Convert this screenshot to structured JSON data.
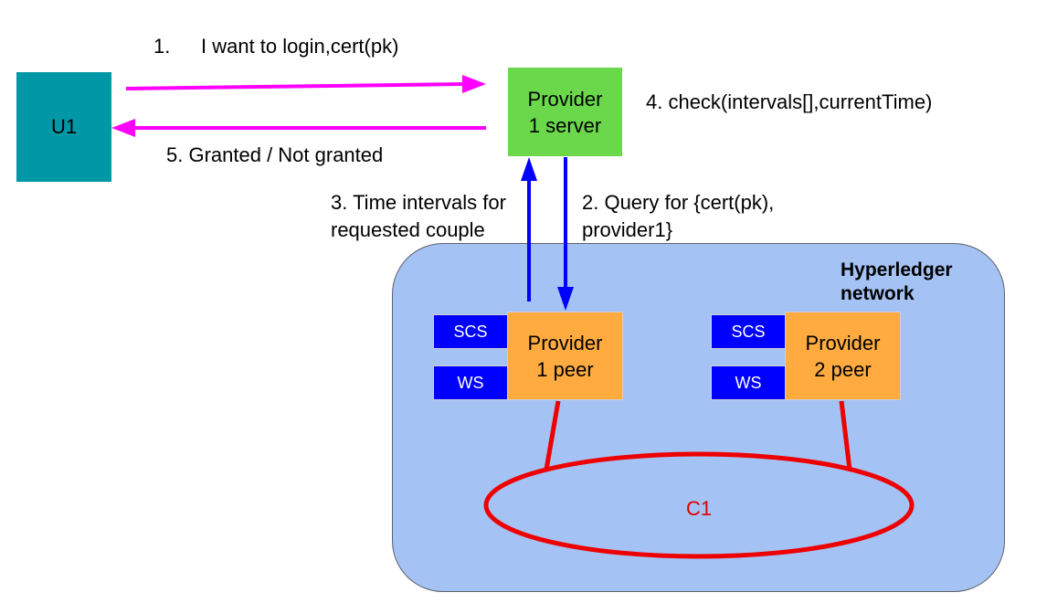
{
  "nodes": {
    "user": "U1",
    "server": "Provider\n1 server",
    "peer1": "Provider\n1 peer",
    "peer2": "Provider\n2 peer",
    "peer1_scs": "SCS",
    "peer1_ws": "WS",
    "peer2_scs": "SCS",
    "peer2_ws": "WS",
    "channel": "C1"
  },
  "network": {
    "label": "Hyperledger\nnetwork"
  },
  "steps": {
    "step1_number": "1.",
    "step1_text": "I want to login,cert(pk)",
    "step2": "2. Query for {cert(pk),\nprovider1}",
    "step3": "3. Time intervals for\nrequested couple",
    "step4": "4. check(intervals[],currentTime)",
    "step5": "5.  Granted / Not granted"
  },
  "colors": {
    "user_box": "#0097a7",
    "server_box": "#6ad84a",
    "peer_box": "#ffab40",
    "chip_box": "#0000ff",
    "network_fill": "#a4c2f4",
    "user_arrows": "#ff00ff",
    "query_arrows": "#0000ff",
    "channel_lines": "#ee0000"
  }
}
